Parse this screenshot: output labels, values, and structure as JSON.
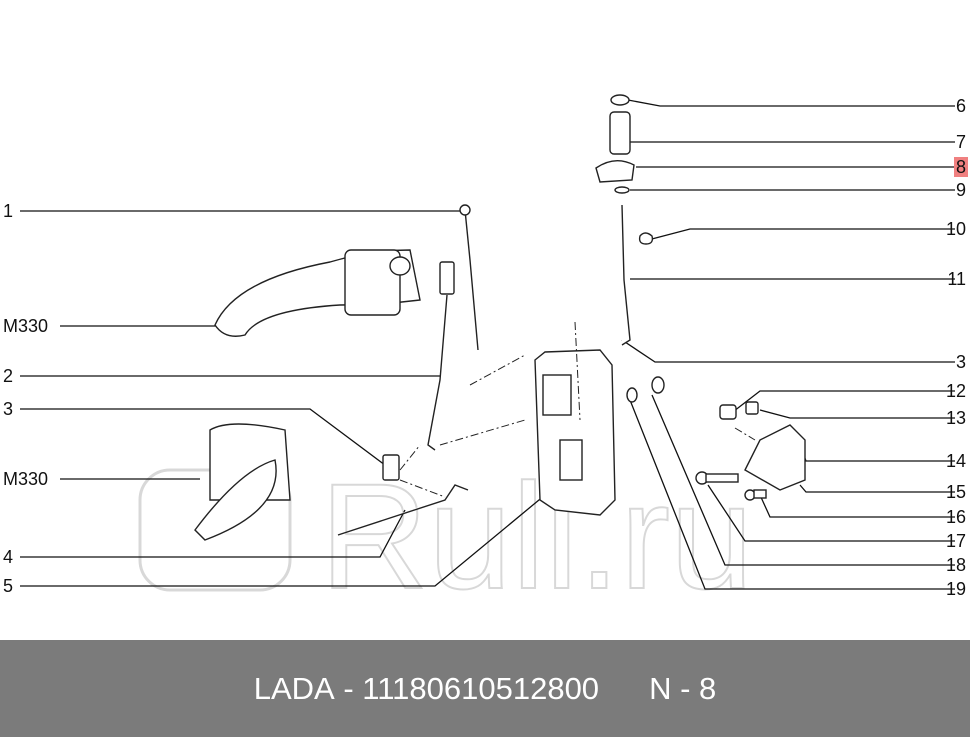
{
  "labels_right": [
    "6",
    "7",
    "8",
    "9",
    "10",
    "11",
    "3",
    "12",
    "13",
    "14",
    "15",
    "16",
    "17",
    "18",
    "19"
  ],
  "labels_left": [
    "1",
    "M330",
    "2",
    "3",
    "M330",
    "4",
    "5"
  ],
  "highlighted_label": "8",
  "highlight_color": "#f08080",
  "watermark": "Ruli.ru",
  "footer": {
    "brand": "LADA",
    "separator": " - ",
    "part_number": "11180610512800",
    "position": "N - 8"
  },
  "footer_color": "#7b7b7b"
}
